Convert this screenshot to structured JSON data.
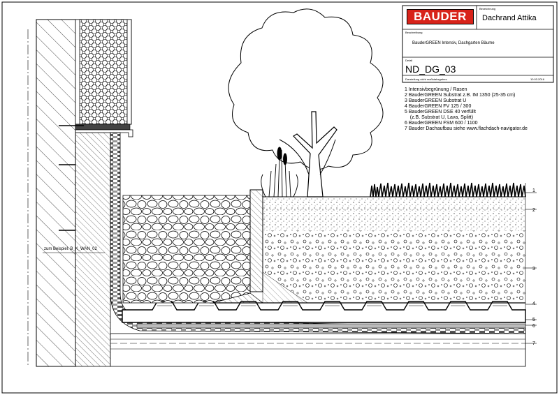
{
  "title_block": {
    "logo_text": "BAUDER",
    "designation_label": "Bezeichnung",
    "designation": "Dachrand Attika",
    "description_label": "Beschreibung",
    "description": "BauderGREEN Intensiv, Dachgarten Bäume",
    "detail_label": "Detail",
    "detail_id": "ND_DG_03",
    "note_left": "Darstellung nicht maßstabsgetreu",
    "date": "10.03.2016"
  },
  "legend": [
    "1  Intensivbegrünung / Rasen",
    "2  BauderGREEN Substrat z.B. IM 1350 (25-35 cm)",
    "3  BauderGREEN Substrat U",
    "4  BauderGREEN FV 125 / 300",
    "5  BauderGREEN DSE 40 verfüllt",
    "    (z.B. Substrat U, Lava, Splitt)",
    "6  BauderGREEN FSM 600 / 1100",
    "7  Bauder Dachaufbau siehe www.flachdach-navigator.de"
  ],
  "reference_note": "zum Beispiel: B_K_WAN_02",
  "layer_markers": [
    "1",
    "2",
    "3",
    "4",
    "5",
    "6",
    "7"
  ]
}
